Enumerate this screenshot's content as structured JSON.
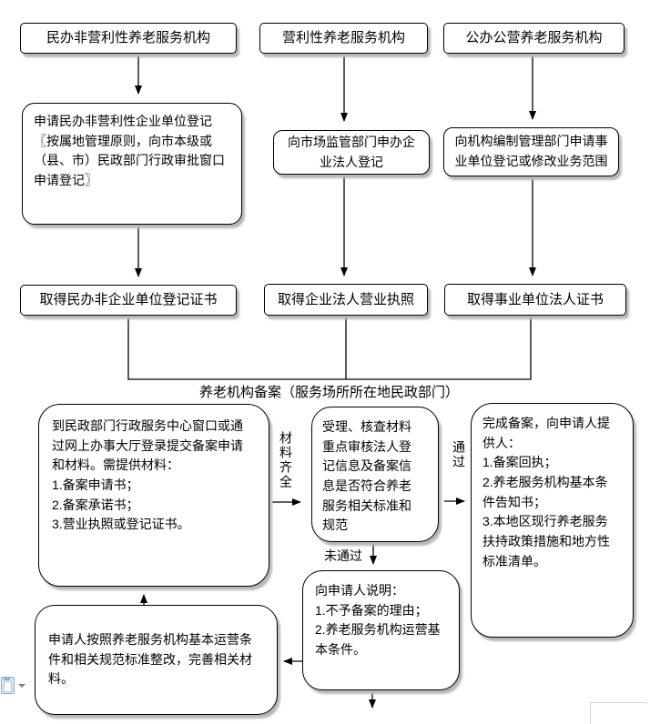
{
  "colors": {
    "box_border": "#000000",
    "box_shadow": "#b8b8b8",
    "line_color": "#000000",
    "paste_icon_blue": "#8fafd4",
    "corner_marker_gray": "#d6d6d6"
  },
  "flowchart": {
    "top_row": [
      {
        "label": "民办非营利性养老服务机构"
      },
      {
        "label": "营利性养老服务机构"
      },
      {
        "label": "公办公营养老服务机构"
      }
    ],
    "register_row": [
      {
        "label": "申请民办非营利性企业单位登记\n〖按属地管理原则，向市本级或\n（县、市）民政部门行政审批窗口\n申请登记〗"
      },
      {
        "label": "向市场监管部门申办企\n业法人登记"
      },
      {
        "label": "向机构编制管理部门申请事\n业单位登记或修改业务范围"
      }
    ],
    "certificate_row": [
      {
        "label": "取得民办非企业单位登记证书"
      },
      {
        "label": "取得企业法人营业执照"
      },
      {
        "label": "取得事业单位法人证书"
      }
    ],
    "filing_section_label": "养老机构备案（服务场所所在地民政部门）",
    "submit_box": "到民政部门行政服务中心窗口或通\n过网上办事大厅登录提交备案申请\n和材料。需提供材料：\n1.备案申请书；\n2.备案承诺书；\n3.营业执照或登记证书。",
    "review_box": "受理、核查材料\n重点审核法人登\n记信息及备案信\n息是否符合养老\n服务相关标准和\n规范",
    "complete_box": "完成备案，向申请人提\n供人：\n1.备案回执；\n2.养老服务机构基本条\n件告知书；\n3.本地区现行养老服务\n扶持政策措施和地方性\n标准清单。",
    "explain_box": "向申请人说明：\n1.不予备案的理由；\n2.养老服务机构运营基\n本条件。",
    "rectify_box": "申请人按照养老服务机构基本运营条\n件和相关规范标准整改，完善相关材\n料。",
    "edge_labels": {
      "materials_complete": "材料齐全",
      "pass": "通过",
      "fail": "未通过"
    }
  }
}
